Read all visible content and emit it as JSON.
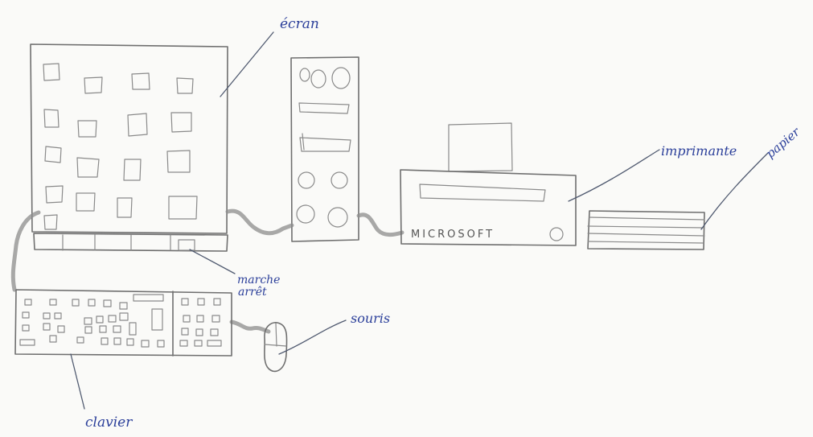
{
  "labels": {
    "ecran": "écran",
    "imprimante": "imprimante",
    "papier": "papier",
    "marche_line1": "marche",
    "marche_line2": "arrêt",
    "souris": "souris",
    "clavier": "clavier"
  },
  "printer_brand": "MICROSOFT",
  "colors": {
    "pencil": "#6f6f6f",
    "ink": "#2b3f9a"
  }
}
